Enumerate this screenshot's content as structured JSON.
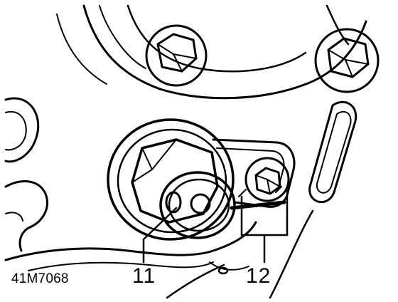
{
  "figure": {
    "reference_code": "41M7068",
    "callouts": [
      {
        "number": "11",
        "target": "locating-pin"
      },
      {
        "number": "12",
        "target": "tensioner-bolt-and-pointer"
      }
    ],
    "colors": {
      "line": "#000000",
      "background": "#ffffff"
    }
  }
}
